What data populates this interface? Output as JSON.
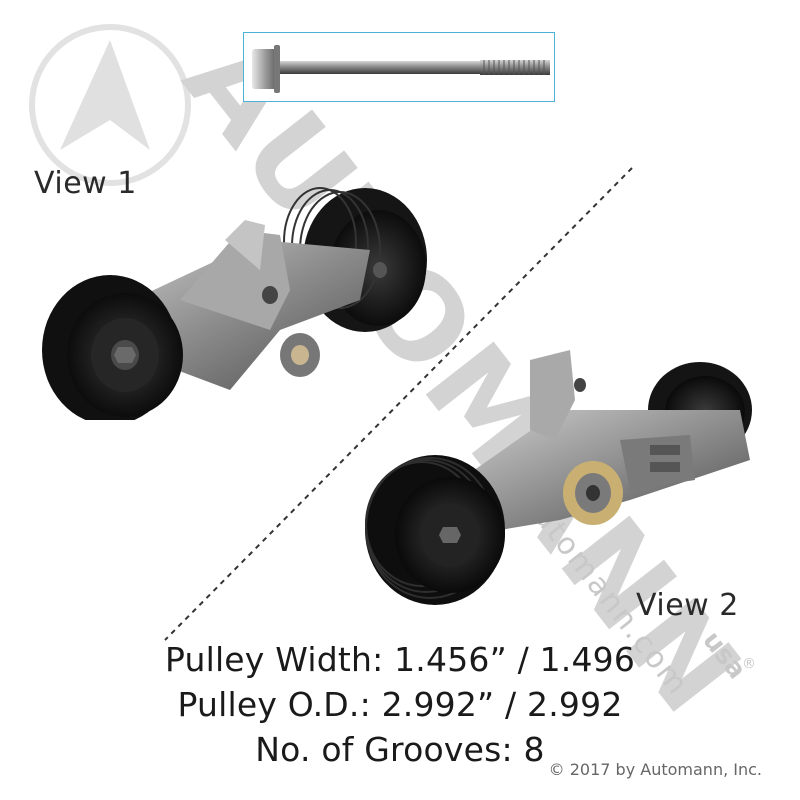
{
  "labels": {
    "view1": "View 1",
    "view2": "View 2"
  },
  "specs": {
    "pulley_width": "Pulley Width: 1.456” / 1.496",
    "pulley_od": "Pulley O.D.: 2.992” / 2.992",
    "grooves": "No. of Grooves: 8"
  },
  "watermark": {
    "brand": "AUTOMANN",
    "url": "automann.com",
    "suffix": "usa",
    "registered": "®"
  },
  "copyright": "© 2017 by Automann, Inc.",
  "colors": {
    "frame": "#4ab3d6",
    "metal": "#9a9a9a",
    "pulley": "#1c1c1c",
    "watermark": "#cfcfcf"
  }
}
